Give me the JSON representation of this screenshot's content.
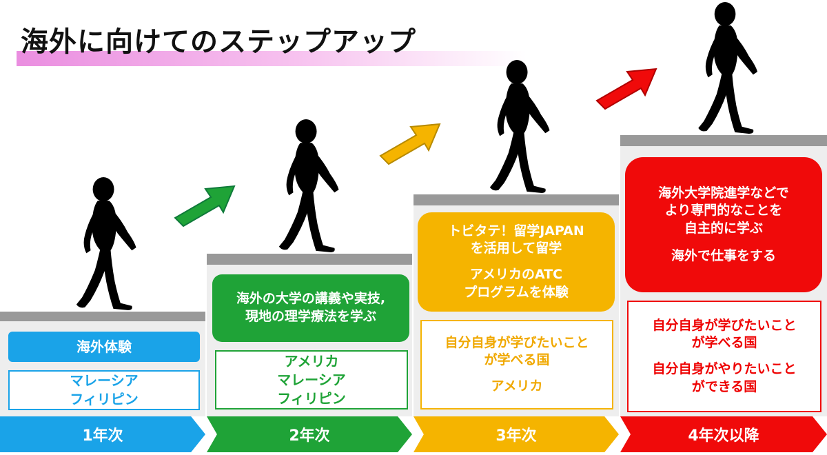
{
  "title": "海外に向けてのステップアップ",
  "steps": [
    {
      "label": "1年次",
      "color": "#1aa3e8",
      "primary": [
        "海外体験"
      ],
      "secondary": [
        "マレーシア",
        "フィリピン"
      ]
    },
    {
      "label": "2年次",
      "color": "#1fa337",
      "primary": [
        "海外の大学の講義や実技,",
        "現地の理学療法を学ぶ"
      ],
      "secondary": [
        "アメリカ",
        "マレーシア",
        "フィリピン"
      ]
    },
    {
      "label": "3年次",
      "color": "#f5b400",
      "primary": [
        "トビタテ！留学JAPAN",
        "を活用して留学",
        "アメリカのATC",
        "プログラムを体験"
      ],
      "secondary": [
        "自分自身が学びたいこと",
        "が学べる国",
        "アメリカ"
      ]
    },
    {
      "label": "4年次以降",
      "color": "#f00a0a",
      "primary": [
        "海外大学院進学などで",
        "より専門的なことを",
        "自主的に学ぶ",
        "海外で仕事をする"
      ],
      "secondary": [
        "自分自身が学びたいこと",
        "が学べる国",
        "自分自身がやりたいこと",
        "ができる国"
      ]
    }
  ],
  "icons": {
    "figure": "walking-person-icon",
    "arrow": "step-up-arrow-icon"
  }
}
